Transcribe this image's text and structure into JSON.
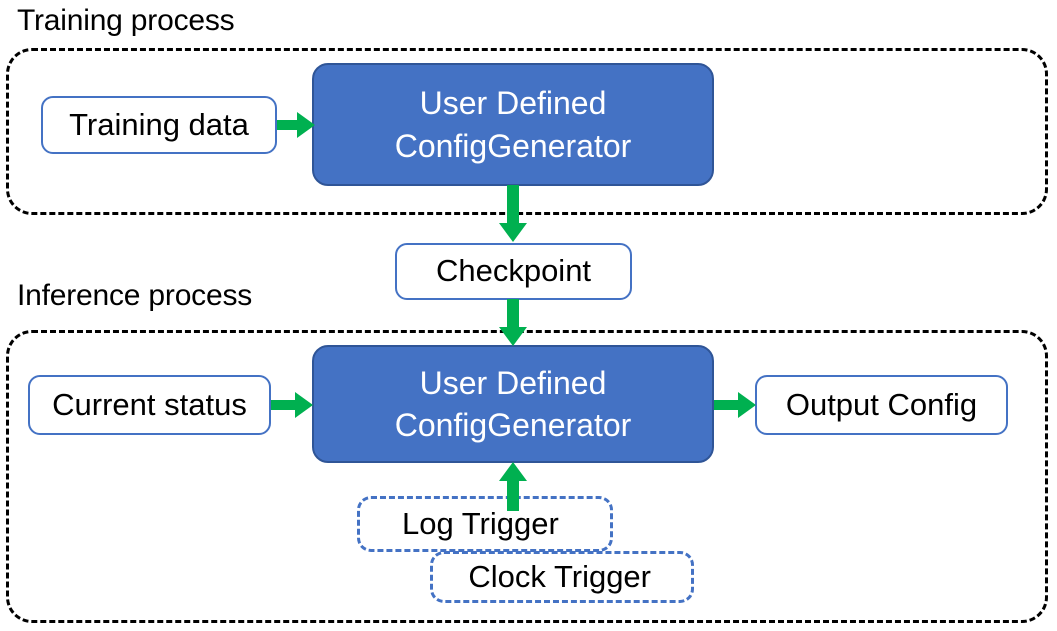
{
  "diagram": {
    "title_training": "Training process",
    "title_inference": "Inference process",
    "colors": {
      "process_fill": "#4472C4",
      "process_border": "#2F5597",
      "node_border": "#4472C4",
      "arrow_green": "#00B050",
      "section_border": "#000000",
      "text_dark": "#000000",
      "text_light": "#FFFFFF"
    }
  },
  "training": {
    "section_label": "Training process",
    "input_node": "Training data",
    "process_line1": "User Defined",
    "process_line2": "ConfigGenerator"
  },
  "checkpoint": {
    "label": "Checkpoint"
  },
  "inference": {
    "section_label": "Inference process",
    "input_node": "Current status",
    "process_line1": "User Defined",
    "process_line2": "ConfigGenerator",
    "output_node": "Output Config",
    "triggers": [
      {
        "label": "Log Trigger"
      },
      {
        "label": "Clock Trigger"
      }
    ]
  },
  "edges": [
    {
      "from": "Training data",
      "to": "User Defined ConfigGenerator",
      "direction": "right"
    },
    {
      "from": "User Defined ConfigGenerator",
      "to": "Checkpoint",
      "direction": "down"
    },
    {
      "from": "Checkpoint",
      "to": "User Defined ConfigGenerator",
      "direction": "down"
    },
    {
      "from": "Current status",
      "to": "User Defined ConfigGenerator",
      "direction": "right"
    },
    {
      "from": "User Defined ConfigGenerator",
      "to": "Output Config",
      "direction": "right"
    },
    {
      "from": "Log Trigger",
      "to": "User Defined ConfigGenerator",
      "direction": "up"
    }
  ]
}
